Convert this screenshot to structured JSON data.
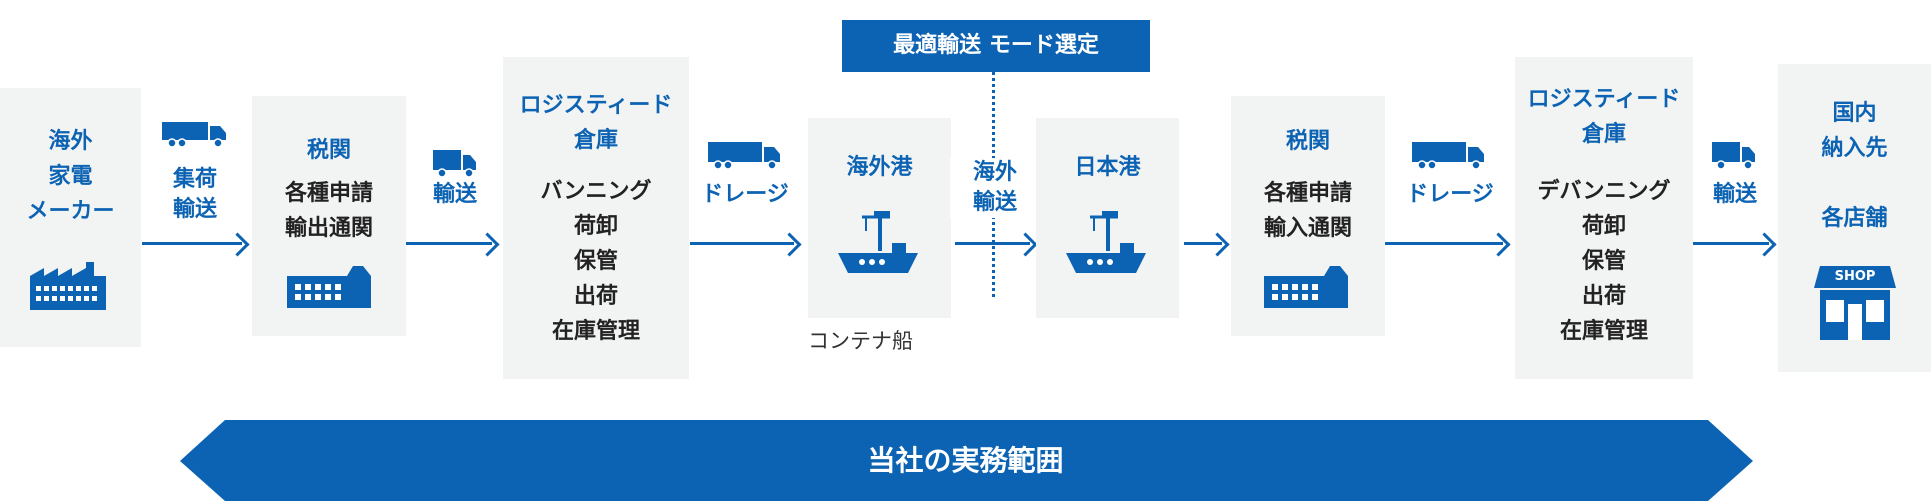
{
  "top_label": "最適輸送 モード選定",
  "nodes": {
    "maker": [
      "海外",
      "家電",
      "メーカー"
    ],
    "customs_out": {
      "title": "税関",
      "items": [
        "各種申請",
        "輸出通関"
      ]
    },
    "warehouse_out": {
      "title": [
        "ロジスティード",
        "倉庫"
      ],
      "items": [
        "バンニング",
        "荷卸",
        "保管",
        "出荷",
        "在庫管理"
      ]
    },
    "overseas_port": {
      "title": "海外港"
    },
    "container_ship": "コンテナ船",
    "japan_port": {
      "title": "日本港"
    },
    "customs_in": {
      "title": "税関",
      "items": [
        "各種申請",
        "輸入通関"
      ]
    },
    "warehouse_in": {
      "title": [
        "ロジスティード",
        "倉庫"
      ],
      "items": [
        "デバンニング",
        "荷卸",
        "保管",
        "出荷",
        "在庫管理"
      ]
    },
    "retail": [
      "国内",
      "納入先",
      "",
      "各店舗"
    ]
  },
  "transport": {
    "collect": [
      "集荷",
      "輸送"
    ],
    "haul1": "輸送",
    "drayage1": "ドレージ",
    "sea": [
      "海外",
      "輸送"
    ],
    "drayage2": "ドレージ",
    "haul2": "輸送"
  },
  "shop_sign": "SHOP",
  "scope_label": "当社の実務範囲",
  "colors": {
    "accent": "#0d63b3",
    "box": "#f2f3f3"
  },
  "icons": [
    "factory-icon",
    "truck-icon",
    "building-icon",
    "ship-crane-icon",
    "shop-icon",
    "arrow-icon"
  ]
}
